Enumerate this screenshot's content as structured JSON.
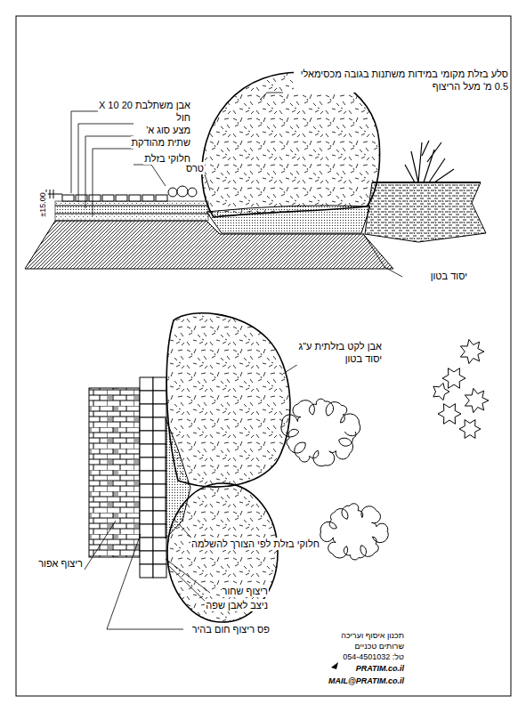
{
  "diagram": {
    "labels": [
      "סלע בזלת מקומי במידות משתנות בגובה מכסימאלי 0.5 מ' מעל הריצוף",
      "אבן משתלבת 20 X 10",
      "חול",
      "מצע סוג א'",
      "שתית מהודקת",
      "חלוקי בזלת",
      "טרס",
      "±15.00",
      "יסוד בטון",
      "אבן לקט בזלתית ע\"ג יסוד בטון",
      "חלוקי בזלת לפי הצורך להשלמה",
      "ריצוף אפור",
      "ריצוף שחור",
      "ניצב לאבן שפה",
      "פס ריצוף חום בהיר",
      "תכנון איסוף ועריכה",
      "שרותים טכניים",
      "טל: 054-4501032",
      "PRATIM.co.il",
      "MAIL@PRATIM.co.il"
    ]
  }
}
